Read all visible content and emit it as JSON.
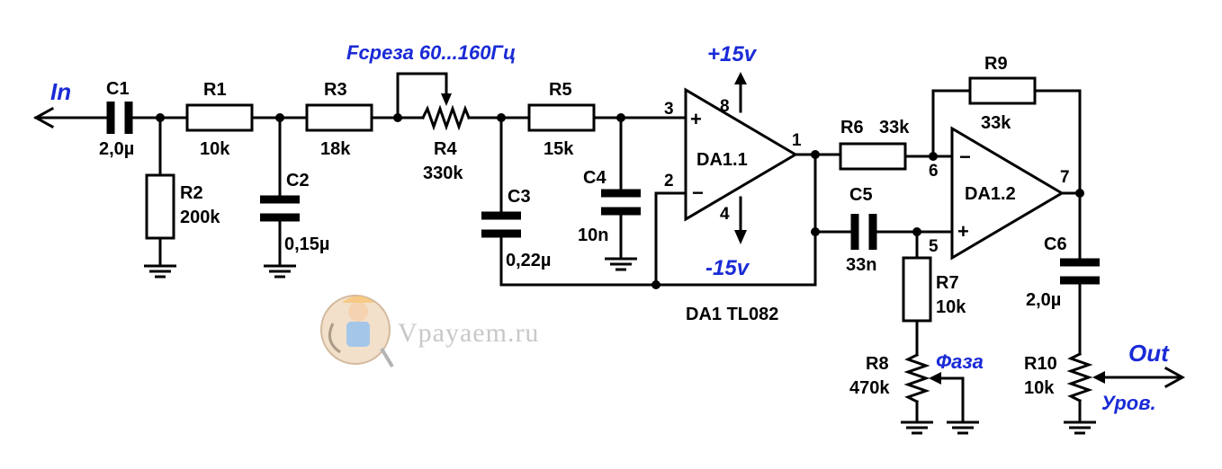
{
  "title": "Fсреза 60...160Гц",
  "io": {
    "input": "In",
    "output": "Out"
  },
  "power": {
    "positive": "+15v",
    "negative": "-15v"
  },
  "ic": {
    "name": "DA1 TL082",
    "stage1": "DA1.1",
    "stage2": "DA1.2"
  },
  "components": {
    "C1": {
      "ref": "C1",
      "value": "2,0µ"
    },
    "R1": {
      "ref": "R1",
      "value": "10k"
    },
    "R2": {
      "ref": "R2",
      "value": "200k"
    },
    "C2": {
      "ref": "C2",
      "value": "0,15µ"
    },
    "R3": {
      "ref": "R3",
      "value": "18k"
    },
    "R4": {
      "ref": "R4",
      "value": "330k"
    },
    "C3": {
      "ref": "C3",
      "value": "0,22µ"
    },
    "R5": {
      "ref": "R5",
      "value": "15k"
    },
    "C4": {
      "ref": "C4",
      "value": "10n"
    },
    "R6": {
      "ref": "R6",
      "value": "33k"
    },
    "R9": {
      "ref": "R9",
      "value": "33k"
    },
    "C5": {
      "ref": "C5",
      "value": "33n"
    },
    "R7": {
      "ref": "R7",
      "value": "10k"
    },
    "R8": {
      "ref": "R8",
      "value": "470k"
    },
    "C6": {
      "ref": "C6",
      "value": "2,0µ"
    },
    "R10": {
      "ref": "R10",
      "value": "10k"
    }
  },
  "pins": {
    "p1": "1",
    "p2": "2",
    "p3": "3",
    "p4": "4",
    "p5": "5",
    "p6": "6",
    "p7": "7",
    "p8": "8"
  },
  "control_labels": {
    "phase": "Фаза",
    "level": "Уров."
  },
  "watermark": "Vpayaem.ru",
  "colors": {
    "annotation": "#1a2bd6",
    "wire": "#000000",
    "watermark": "#c8c8c8"
  }
}
